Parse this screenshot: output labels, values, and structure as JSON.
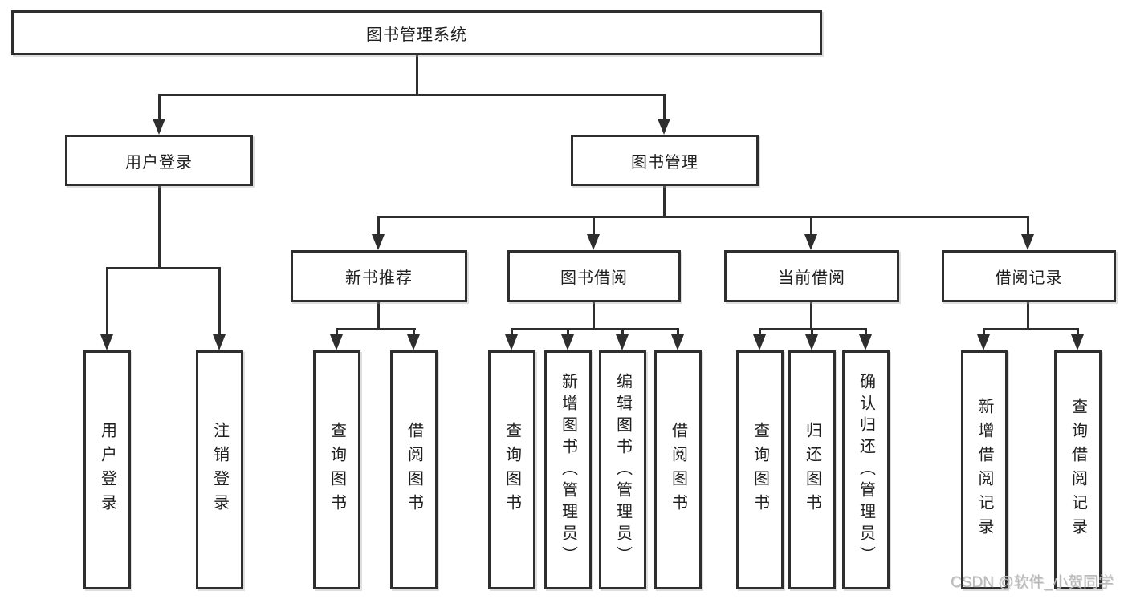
{
  "colors": {
    "line": "#2e2e2e",
    "box_border": "#2e2e2e",
    "text": "#1f1f1f",
    "watermark": "#b9b9b9",
    "background": "#ffffff"
  },
  "diagram": {
    "title": "图书管理系统",
    "level2": {
      "user_login": "用户登录",
      "book_management": "图书管理"
    },
    "level3": {
      "new_book_recommend": "新书推荐",
      "book_borrowing": "图书借阅",
      "current_borrowing": "当前借阅",
      "borrow_records": "借阅记录"
    },
    "level4": {
      "user_login": "用户登录",
      "logout": "注销登录",
      "nb_query_books": "查询图书",
      "nb_borrow_books": "借阅图书",
      "bb_query_books": "查询图书",
      "bb_add_books": "新增图书（管理员）",
      "bb_edit_books": "编辑图书（管理员）",
      "bb_borrow_books": "借阅图书",
      "cb_query_books": "查询图书",
      "cb_return_books": "归还图书",
      "cb_confirm_return": "确认归还（管理员）",
      "br_add_record": "新增借阅记录",
      "br_query_record": "查询借阅记录"
    },
    "watermark": "CSDN @软件_小贺同学"
  }
}
